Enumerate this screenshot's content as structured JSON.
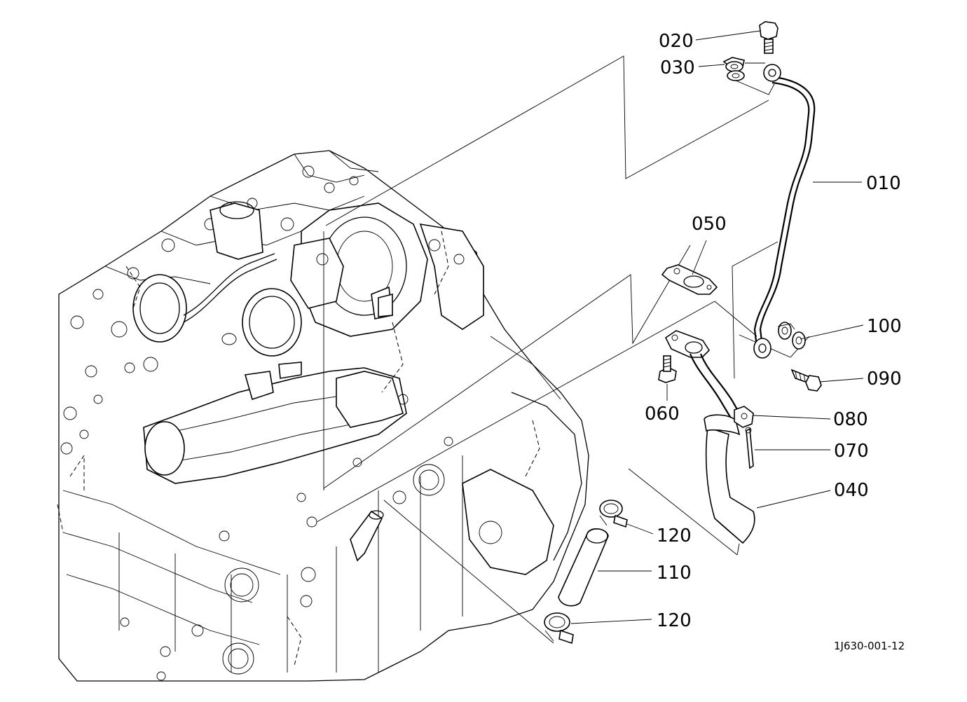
{
  "diagram": {
    "doc_number": "1J630-001-12",
    "callouts": {
      "c010": "010",
      "c020": "020",
      "c030": "030",
      "c040": "040",
      "c050": "050",
      "c060": "060",
      "c070": "070",
      "c080": "080",
      "c090": "090",
      "c100": "100",
      "c110": "110",
      "c120a": "120",
      "c120b": "120"
    }
  }
}
